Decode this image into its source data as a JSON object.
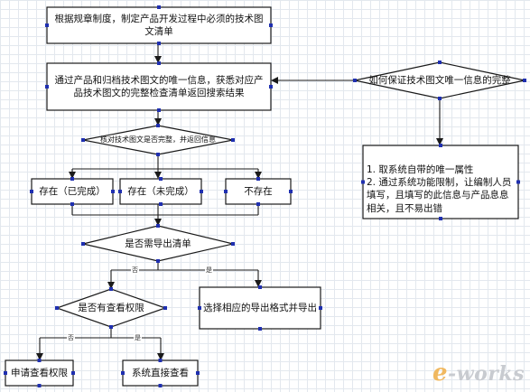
{
  "nodes": {
    "requirement": "根据规章制度，制定产品开发过程中必须的技术图文清单",
    "query": "通过产品和归档技术图文的唯一信息，获悉对应产品技术图文的完整检查清单返回搜索结果",
    "check_complete": "核对技术图文是否完整，并返回信息",
    "exists_done": "存在（已完成）",
    "exists_undone": "存在（未完成）",
    "not_exist": "不存在",
    "need_export": "是否需导出清单",
    "has_permission": "是否有查看权限",
    "select_format": "选择相应的导出格式并导出",
    "apply_permission": "申请查看权限",
    "direct_view": "系统直接查看",
    "uniqueness_question": "如何保证技术图文唯一信息的完整",
    "uniqueness_answer_1": "1. 取系统自带的唯一属性",
    "uniqueness_answer_2": "2. 通过系统功能限制，让编制人员填写，且填写的此信息与产品息息相关，且不易出错"
  },
  "edges": {
    "export_no": "否",
    "export_yes": "是",
    "perm_no": "否",
    "perm_yes": "是"
  },
  "logo": {
    "e": "e",
    "rest": "-works"
  },
  "colors": {
    "stroke": "#1a1a1a",
    "handle": "#1f2fb0",
    "grid": "#e3e8ee"
  }
}
